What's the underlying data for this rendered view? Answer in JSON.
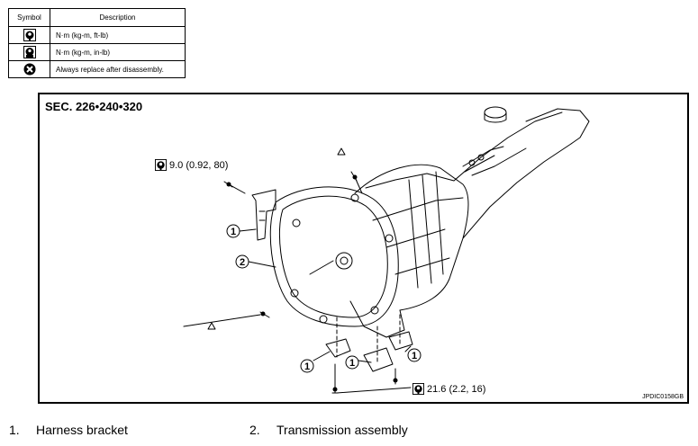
{
  "symbol_table": {
    "headers": {
      "symbol": "Symbol",
      "description": "Description"
    },
    "rows": [
      {
        "icon": "torque-wrench-icon",
        "description": "N·m (kg-m, ft-lb)"
      },
      {
        "icon": "torque-wrench-small-icon",
        "description": "N·m (kg-m, in-lb)"
      },
      {
        "icon": "always-replace-icon",
        "description": "Always replace after disassembly."
      }
    ]
  },
  "figure": {
    "section_label": "SEC. 226•240•320",
    "figure_code": "JPDIC0158GB",
    "torque_top": "9.0 (0.92, 80)",
    "torque_bottom": "21.6 (2.2, 16)",
    "callouts": [
      "1",
      "2",
      "1",
      "1",
      "1"
    ]
  },
  "legend": [
    {
      "number": "1.",
      "label": "Harness bracket"
    },
    {
      "number": "2.",
      "label": "Transmission assembly"
    }
  ]
}
